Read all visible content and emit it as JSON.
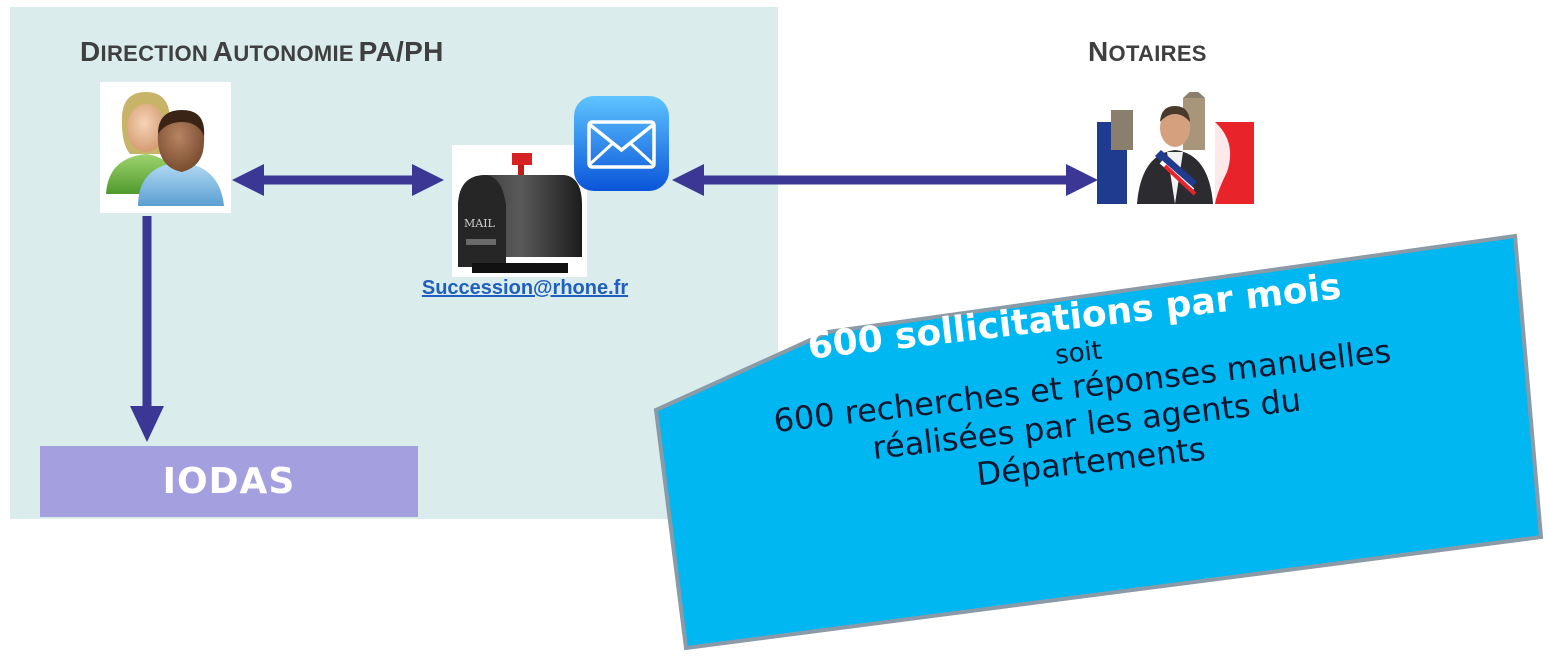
{
  "panel": {
    "title_first_letter_1": "D",
    "title_rest_1": "irection",
    "title_first_letter_2": "A",
    "title_rest_2": "utonomie",
    "title_tail": "PA/PH"
  },
  "partner": {
    "title_first_letter": "N",
    "title_rest": "otaires"
  },
  "mailbox": {
    "label": "MAIL",
    "email": "Succession@rhone.fr"
  },
  "system": {
    "label": "IODAS"
  },
  "callout": {
    "line1": "600 sollicitations par mois",
    "line2": "soit",
    "line3": "600 recherches et réponses manuelles",
    "line4": "réalisées par les agents du",
    "line5": "Départements"
  },
  "colors": {
    "panel": "#daecec",
    "arrow": "#3b3794",
    "iodas": "#a49fdf",
    "callout_fill": "#00b7f1",
    "callout_border": "#8a9aa6",
    "link": "#1f5fbf"
  },
  "icons": [
    "users-icon",
    "mailbox-icon",
    "envelope-icon",
    "notary-icon"
  ]
}
